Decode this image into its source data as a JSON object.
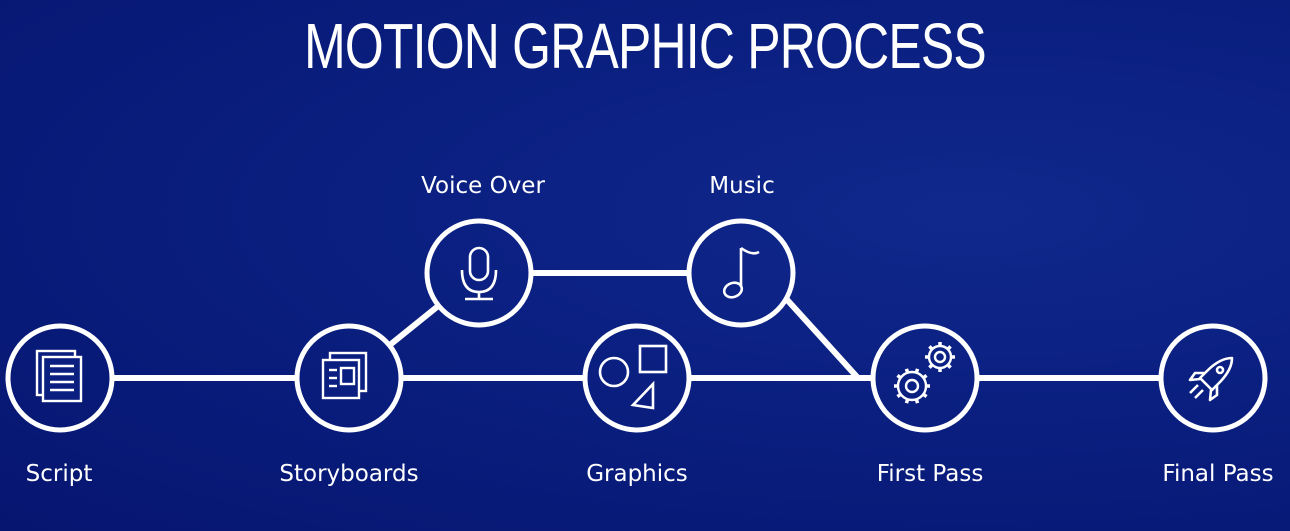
{
  "title": "MOTION GRAPHIC PROCESS",
  "colors": {
    "background": "#0a1f80",
    "line": "#ffffff"
  },
  "nodes": [
    {
      "id": "script",
      "label": "Script",
      "icon": "document-lines-icon"
    },
    {
      "id": "storyboards",
      "label": "Storyboards",
      "icon": "storyboard-icon"
    },
    {
      "id": "voice-over",
      "label": "Voice Over",
      "icon": "microphone-icon"
    },
    {
      "id": "music",
      "label": "Music",
      "icon": "music-note-icon"
    },
    {
      "id": "graphics",
      "label": "Graphics",
      "icon": "shapes-icon"
    },
    {
      "id": "first-pass",
      "label": "First Pass",
      "icon": "gears-icon"
    },
    {
      "id": "final-pass",
      "label": "Final Pass",
      "icon": "rocket-icon"
    }
  ],
  "edges": [
    [
      "script",
      "storyboards"
    ],
    [
      "storyboards",
      "graphics"
    ],
    [
      "graphics",
      "first-pass"
    ],
    [
      "first-pass",
      "final-pass"
    ],
    [
      "storyboards",
      "voice-over"
    ],
    [
      "voice-over",
      "music"
    ],
    [
      "music",
      "first-pass"
    ]
  ]
}
